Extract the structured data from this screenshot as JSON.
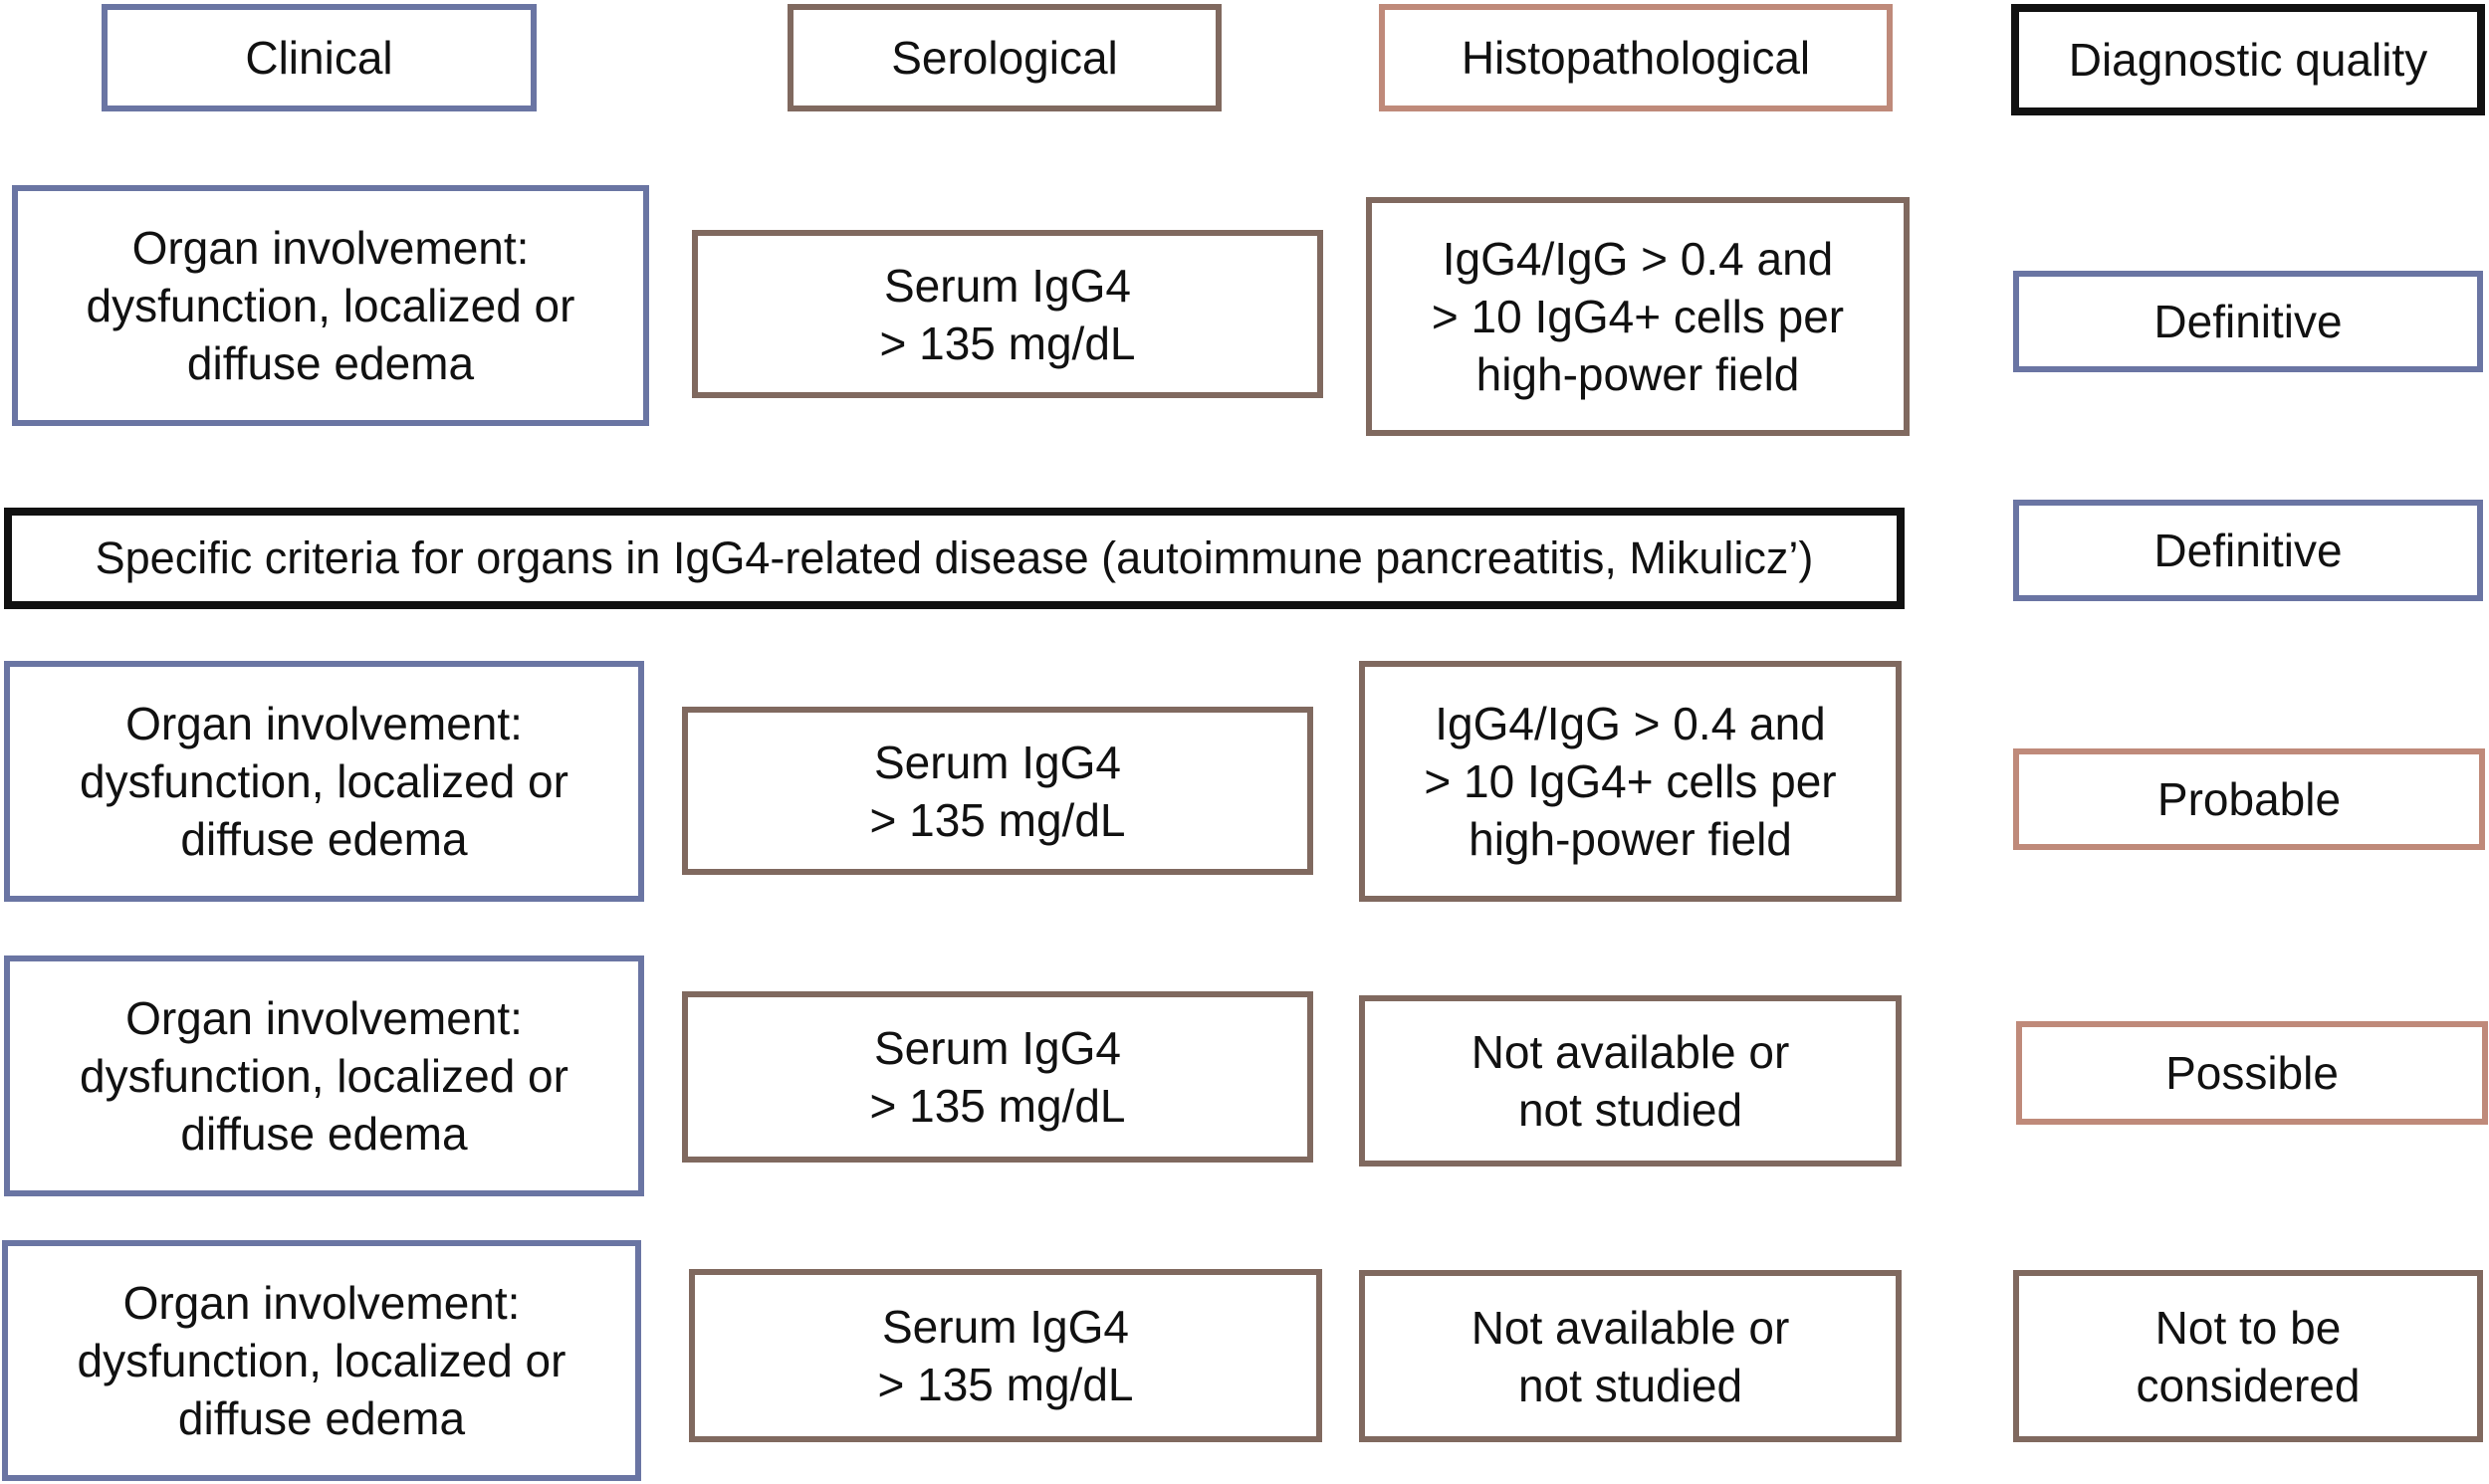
{
  "headers": {
    "clinical": "Clinical",
    "serological": "Serological",
    "histopathological": "Histopathological",
    "diagnostic_quality": "Diagnostic quality"
  },
  "rows": [
    {
      "clinical": "Organ involvement:\ndysfunction, localized or\ndiffuse edema",
      "serological": "Serum IgG4\n> 135 mg/dL",
      "histopathological": "IgG4/IgG > 0.4 and\n> 10 IgG4+ cells per\nhigh-power field",
      "quality": "Definitive"
    },
    {
      "specific_criteria": "Specific criteria for organs in IgG4-related disease (autoimmune pancreatitis, Mikulicz’)",
      "quality": "Definitive"
    },
    {
      "clinical": "Organ involvement:\ndysfunction, localized or\ndiffuse edema",
      "serological": "Serum IgG4\n> 135 mg/dL",
      "histopathological": "IgG4/IgG > 0.4 and\n> 10 IgG4+ cells per\nhigh-power field",
      "quality": "Probable"
    },
    {
      "clinical": "Organ involvement:\ndysfunction, localized or\ndiffuse edema",
      "serological": "Serum IgG4\n> 135 mg/dL",
      "histopathological": "Not available or\nnot studied",
      "quality": "Possible"
    },
    {
      "clinical": "Organ involvement:\ndysfunction, localized or\ndiffuse edema",
      "serological": "Serum IgG4\n> 135 mg/dL",
      "histopathological": "Not available or\nnot studied",
      "quality": "Not to be\nconsidered"
    }
  ],
  "colors": {
    "clinical": "#6a75a3",
    "serological": "#80695f",
    "histopathological": "#bf8a7a",
    "diagnostic_quality": "#111111"
  }
}
